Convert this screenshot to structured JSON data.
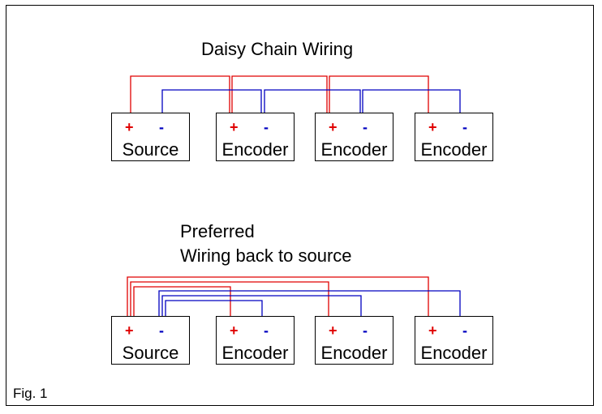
{
  "figure_label": "Fig. 1",
  "colors": {
    "positive_wire": "#e00000",
    "negative_wire": "#0000c0",
    "outline": "#000000"
  },
  "terminals": {
    "positive": "+",
    "negative": "-"
  },
  "sections": [
    {
      "id": "daisy-chain",
      "title_lines": [
        "Daisy Chain Wiring"
      ],
      "devices": [
        "Source",
        "Encoder",
        "Encoder",
        "Encoder"
      ],
      "wiring": "daisy-chain: each device's terminal connected to the next device in sequence"
    },
    {
      "id": "preferred",
      "title_lines": [
        "Preferred",
        "Wiring back to source"
      ],
      "devices": [
        "Source",
        "Encoder",
        "Encoder",
        "Encoder"
      ],
      "wiring": "home-run: each encoder's terminals wired directly back to the source"
    }
  ]
}
